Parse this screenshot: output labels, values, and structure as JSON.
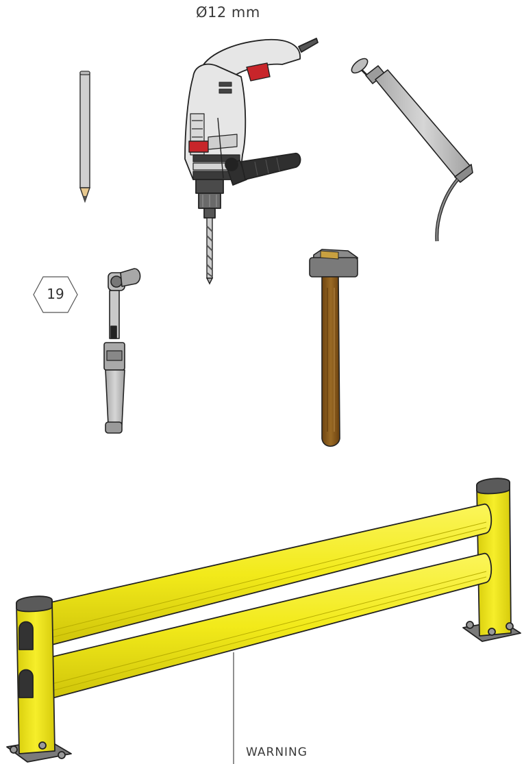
{
  "labels": {
    "drill_bit_size": "Ø12 mm",
    "wrench_size": "19",
    "warning": "WARNING"
  },
  "tools": [
    {
      "name": "pencil"
    },
    {
      "name": "hammer drill"
    },
    {
      "name": "resin injection gun"
    },
    {
      "name": "torque wrench"
    },
    {
      "name": "sledge hammer"
    }
  ],
  "colors": {
    "barrier_yellow": "#f2ea1a",
    "post_cap": "#5a5a5a",
    "drill_body": "#e6e6e6",
    "drill_accent": "#c8252a",
    "hammer_handle": "#8a5a1c",
    "tool_gray": "#bdbdbd"
  }
}
